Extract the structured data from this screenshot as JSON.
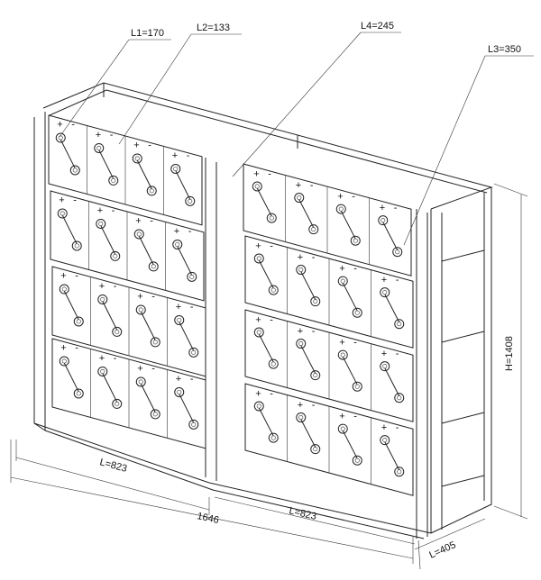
{
  "dimensions": {
    "l1": "L1=170",
    "l2": "L2=133",
    "l3": "L3=350",
    "l4": "L4=245",
    "height": "H=1408",
    "width_left": "L=823",
    "width_right": "L=823",
    "total_width": "1646",
    "depth": "L=405"
  },
  "polarity": {
    "plus": "+",
    "minus": "-"
  },
  "colors": {
    "line": "#222222",
    "background": "#ffffff"
  }
}
